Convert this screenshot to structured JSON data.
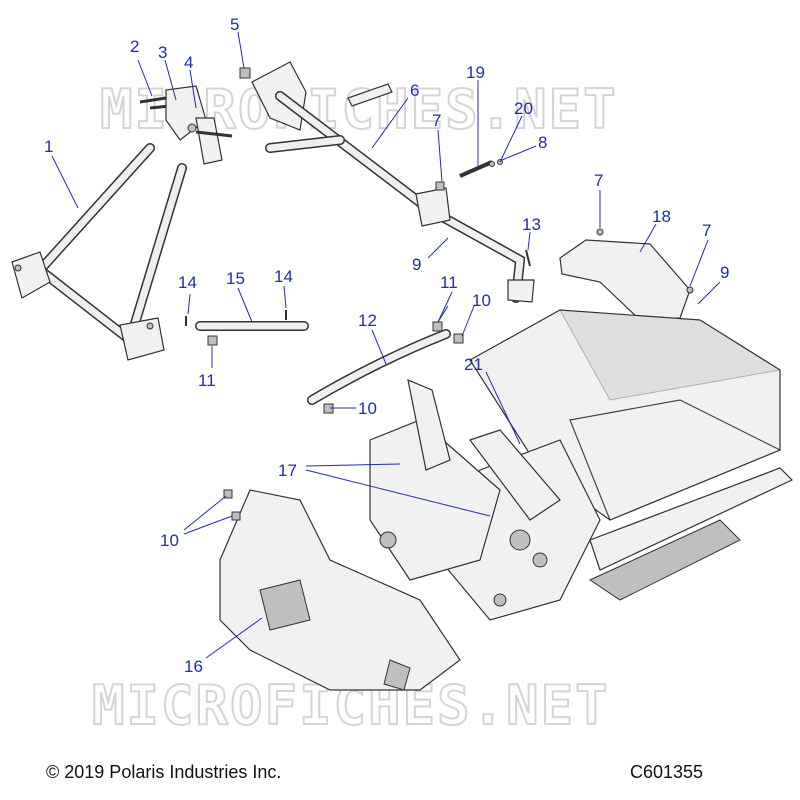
{
  "watermark": "MICROFICHES.NET",
  "callouts": [
    "1",
    "2",
    "3",
    "4",
    "5",
    "6",
    "7",
    "19",
    "20",
    "8",
    "13",
    "18",
    "7",
    "9",
    "9",
    "14",
    "15",
    "14",
    "11",
    "10",
    "12",
    "11",
    "10",
    "21",
    "17",
    "10",
    "16"
  ],
  "footer": {
    "copyright": "© 2019 Polaris Industries Inc.",
    "code": "C601355"
  },
  "colors": {
    "callout": "#1f2fa8",
    "watermark": "#d4d4d4",
    "line": "#333333"
  }
}
